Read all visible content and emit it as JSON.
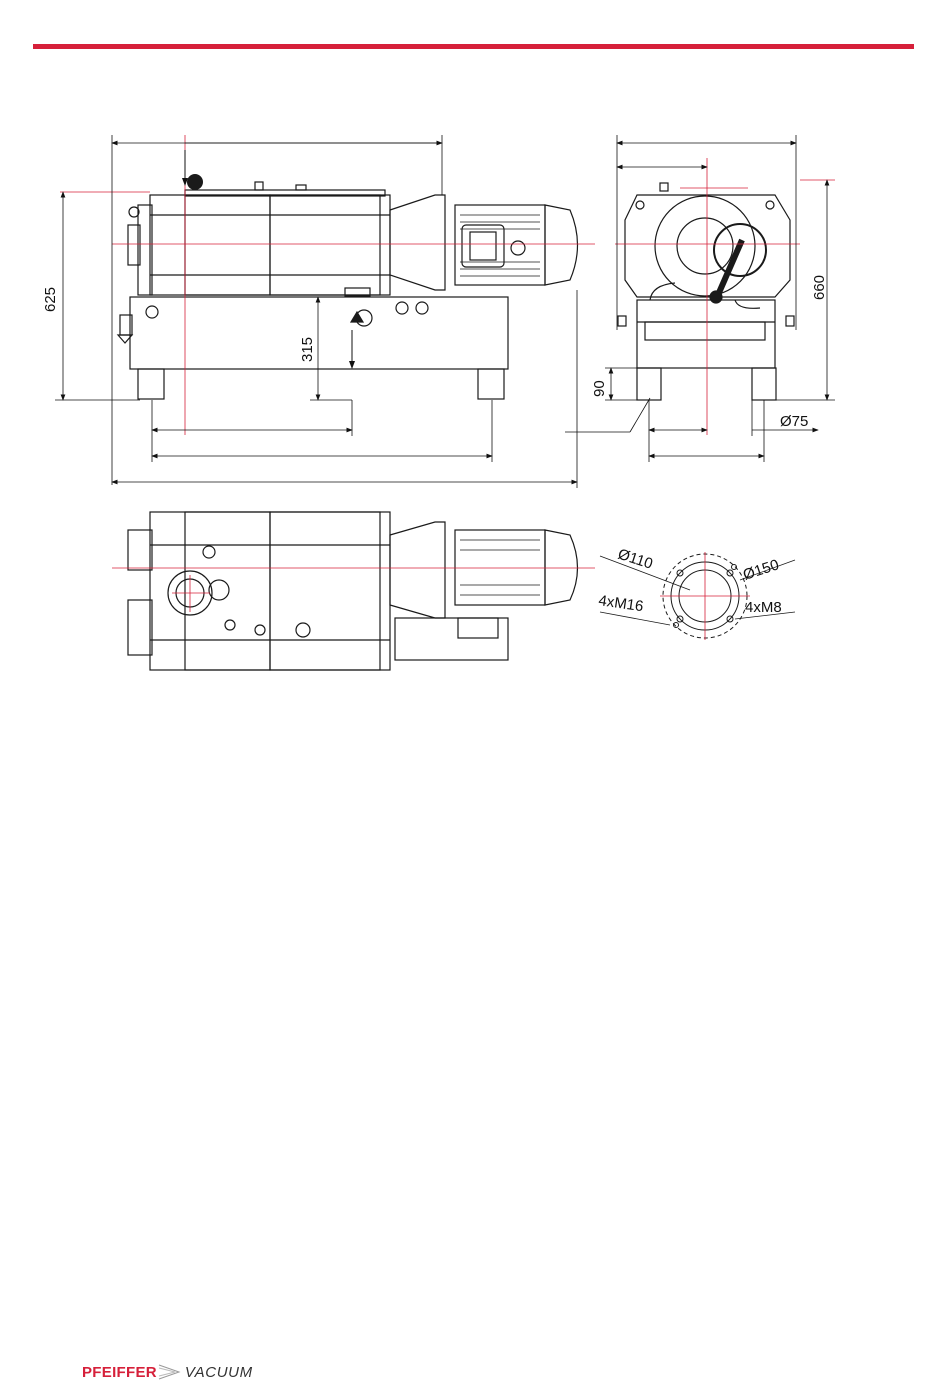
{
  "drawing": {
    "dimensions": {
      "total_height": "625",
      "shaft_height": "315",
      "front_height": "660",
      "foot_height": "90",
      "foot_diameter": "Ø75"
    },
    "flange": {
      "inner_diameter": "Ø110",
      "outer_diameter": "Ø150",
      "thread_large": "4xM16",
      "thread_small": "4xM8"
    }
  },
  "footer": {
    "brand_primary": "PFEIFFER",
    "brand_secondary": "VACUUM"
  },
  "colors": {
    "accent": "#d6203a",
    "line": "#1a1a1a"
  }
}
